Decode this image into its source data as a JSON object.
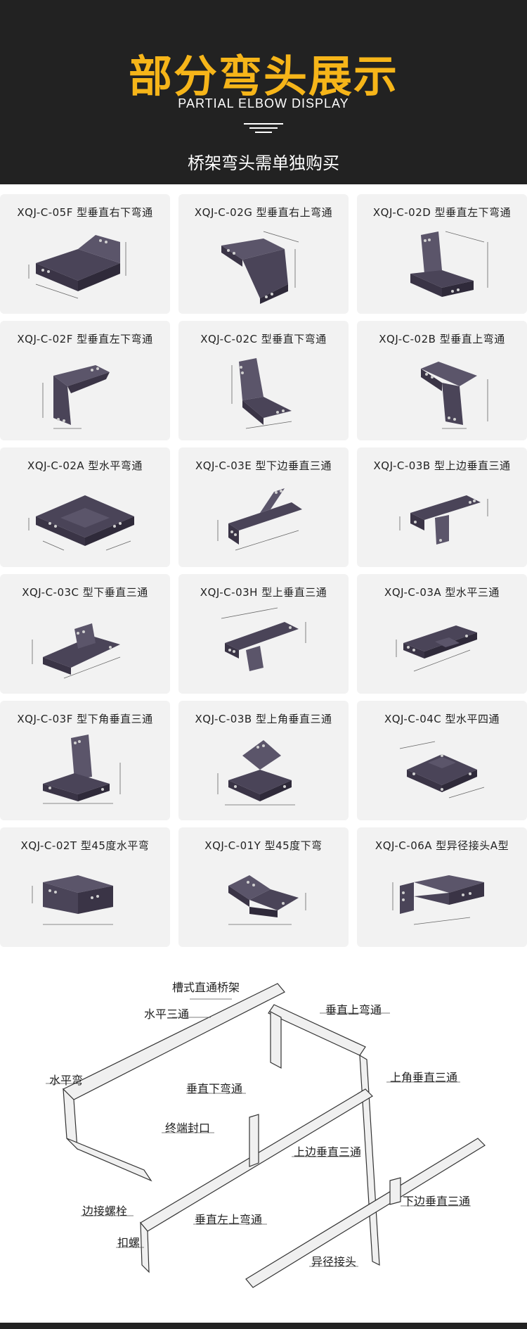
{
  "header": {
    "title": "部分弯头展示",
    "subtitle": "PARTIAL ELBOW DISPLAY",
    "note": "桥架弯头需单独购买"
  },
  "colors": {
    "header_bg": "#222222",
    "title": "#f6b519",
    "product": "#4a4458",
    "card_bg": "#f2f2f2"
  },
  "products": [
    {
      "label": "XQJ-C-05F 型垂直右下弯通"
    },
    {
      "label": "XQJ-C-02G 型垂直右上弯通"
    },
    {
      "label": "XQJ-C-02D 型垂直左下弯通"
    },
    {
      "label": "XQJ-C-02F 型垂直左下弯通"
    },
    {
      "label": "XQJ-C-02C 型垂直下弯通"
    },
    {
      "label": "XQJ-C-02B 型垂直上弯通"
    },
    {
      "label": "XQJ-C-02A 型水平弯通"
    },
    {
      "label": "XQJ-C-03E 型下边垂直三通"
    },
    {
      "label": "XQJ-C-03B 型上边垂直三通"
    },
    {
      "label": "XQJ-C-03C 型下垂直三通"
    },
    {
      "label": "XQJ-C-03H 型上垂直三通"
    },
    {
      "label": "XQJ-C-03A 型水平三通"
    },
    {
      "label": "XQJ-C-03F 型下角垂直三通"
    },
    {
      "label": "XQJ-C-03B 型上角垂直三通"
    },
    {
      "label": "XQJ-C-04C 型水平四通"
    },
    {
      "label": "XQJ-C-02T 型45度水平弯"
    },
    {
      "label": "XQJ-C-01Y 型45度下弯"
    },
    {
      "label": "XQJ-C-06A 型异径接头A型"
    }
  ],
  "diagram": {
    "callouts": [
      {
        "text": "槽式直通桥架"
      },
      {
        "text": "水平三通"
      },
      {
        "text": "垂直上弯通"
      },
      {
        "text": "水平弯"
      },
      {
        "text": "垂直下弯通"
      },
      {
        "text": "上角垂直三通"
      },
      {
        "text": "终端封口"
      },
      {
        "text": "上边垂直三通"
      },
      {
        "text": "边接螺栓"
      },
      {
        "text": "垂直左上弯通"
      },
      {
        "text": "下边垂直三通"
      },
      {
        "text": "扣螺"
      },
      {
        "text": "异径接头"
      }
    ]
  }
}
